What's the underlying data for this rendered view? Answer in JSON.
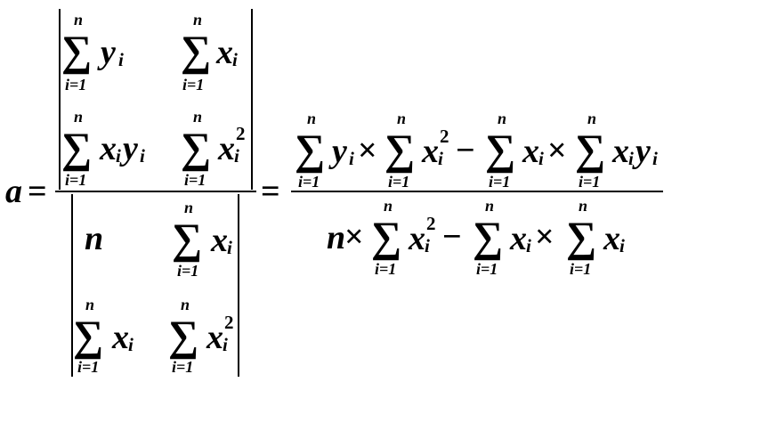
{
  "formula": {
    "lhs": "a",
    "eq": "=",
    "sum": {
      "sigma": "∑",
      "upper": "n",
      "lower": "i=1"
    },
    "vars": {
      "x": "x",
      "y": "y",
      "n": "n",
      "i": "i",
      "two": "2"
    },
    "ops": {
      "times": "×",
      "minus": "−"
    }
  }
}
